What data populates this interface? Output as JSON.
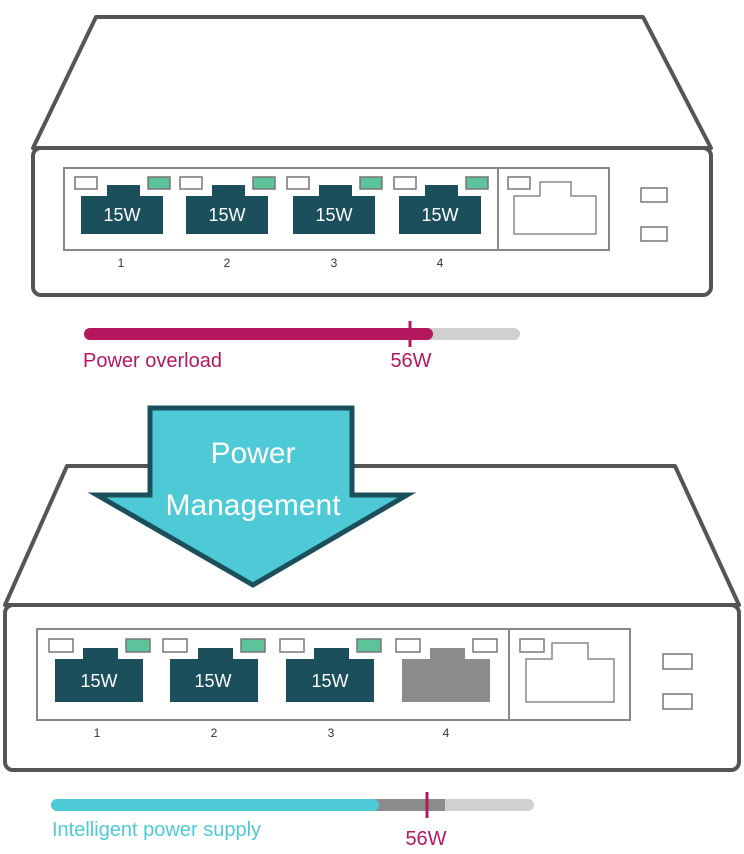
{
  "top_switch": {
    "ports": [
      {
        "label": "15W",
        "number": "1",
        "active": true
      },
      {
        "label": "15W",
        "number": "2",
        "active": true
      },
      {
        "label": "15W",
        "number": "3",
        "active": true
      },
      {
        "label": "15W",
        "number": "4",
        "active": true
      }
    ]
  },
  "top_bar": {
    "caption": "Power overload",
    "limit_label": "56W",
    "color": "#b5175f"
  },
  "arrow": {
    "line1": "Power",
    "line2": "Management",
    "color": "#4ecad6"
  },
  "bottom_switch": {
    "ports": [
      {
        "label": "15W",
        "number": "1",
        "active": true
      },
      {
        "label": "15W",
        "number": "2",
        "active": true
      },
      {
        "label": "15W",
        "number": "3",
        "active": true
      },
      {
        "label": "",
        "number": "4",
        "active": false
      }
    ]
  },
  "bottom_bar": {
    "caption": "Intelligent power supply",
    "limit_label": "56W",
    "color": "#4ecad6"
  },
  "colors": {
    "outline": "#555555",
    "port": "#1b4f5c",
    "port_disabled": "#8c8c8c",
    "led_green": "#5cc39a",
    "bar_track": "#d0d0d0"
  }
}
